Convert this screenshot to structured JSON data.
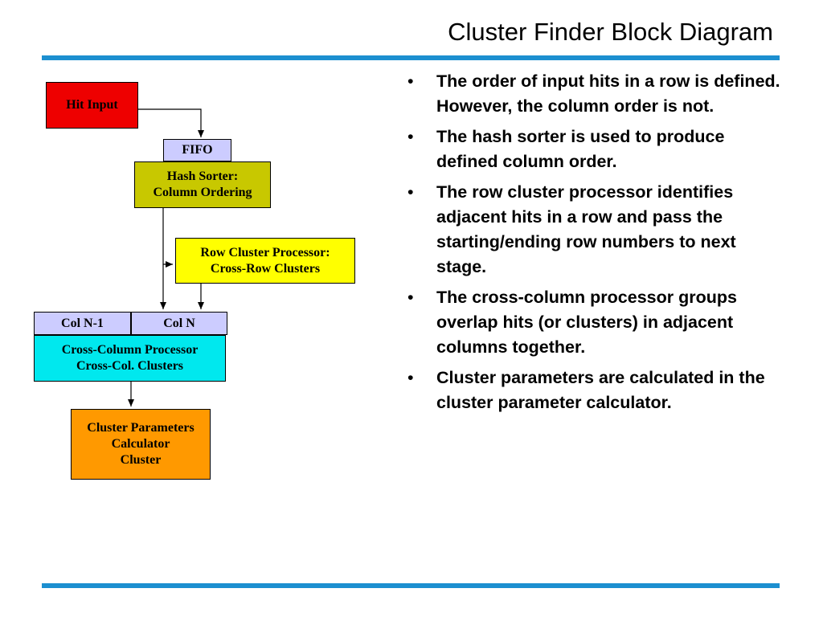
{
  "slide": {
    "title": "Cluster Finder Block Diagram",
    "accent_color": "#1c8fd0"
  },
  "diagram": {
    "hit_input": {
      "label": "Hit Input",
      "color": "#ee0000"
    },
    "fifo": {
      "label": "FIFO",
      "color": "#ccccff"
    },
    "hash_sorter": {
      "line1": "Hash Sorter:",
      "line2": "Column Ordering",
      "color": "#c8c800"
    },
    "row_cluster": {
      "line1": "Row Cluster Processor:",
      "line2": "Cross-Row Clusters",
      "color": "#ffff00"
    },
    "col_n_minus_1": {
      "label": "Col N-1",
      "color": "#ccccff"
    },
    "col_n": {
      "label": "Col N",
      "color": "#ccccff"
    },
    "cross_column": {
      "line1": "Cross-Column Processor",
      "line2": "Cross-Col. Clusters",
      "color": "#00e8ee"
    },
    "cluster_params": {
      "line1": "Cluster Parameters",
      "line2": "Calculator",
      "line3": "Cluster",
      "color": "#ff9900"
    }
  },
  "bullets": [
    "The order of input hits in a row is defined. However, the column order is not.",
    "The hash sorter is used to produce defined column order.",
    "The row cluster processor identifies adjacent hits in a row and pass the starting/ending row numbers to next stage.",
    "The cross-column processor groups overlap hits (or clusters) in adjacent columns together.",
    "Cluster parameters are calculated in the cluster parameter calculator."
  ],
  "bullet_symbol": "•"
}
